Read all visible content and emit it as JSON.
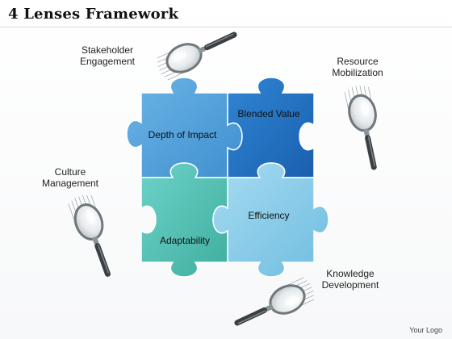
{
  "title": "4 Lenses Framework",
  "pieces": {
    "top_left": "Depth of Impact",
    "top_right": "Blended Value",
    "bottom_left": "Adaptability",
    "bottom_right": "Efficiency"
  },
  "labels": {
    "stakeholder": {
      "line1": "Stakeholder",
      "line2": "Engagement"
    },
    "resource": {
      "line1": "Resource",
      "line2": "Mobilization"
    },
    "culture": {
      "line1": "Culture",
      "line2": "Management"
    },
    "knowledge": {
      "line1": "Knowledge",
      "line2": "Development"
    }
  },
  "logo": "Your Logo",
  "colors": {
    "top_left": "#5aa3d9",
    "top_right": "#2477c9",
    "bottom_left": "#57c2b8",
    "bottom_right": "#8ecdea"
  },
  "icons": [
    "magnifying-glass-icon"
  ]
}
